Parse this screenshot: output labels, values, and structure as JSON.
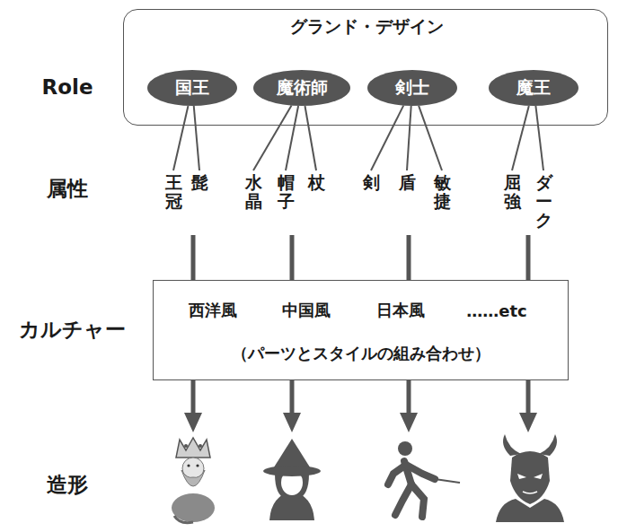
{
  "diagram": {
    "nodes": [
      {
        "text": [
          "グランド・デザイン"
        ]
      },
      {
        "text": [
          "国王"
        ],
        "in": 0
      },
      {
        "text": [
          "魔術師"
        ],
        "in": 0
      },
      {
        "text": [
          "剣士"
        ],
        "in": 0
      },
      {
        "text": [
          "魔王"
        ],
        "in": 0
      },
      {
        "text": [
          "王冠"
        ]
      },
      {
        "text": [
          "髭"
        ]
      },
      {
        "text": [
          "水晶"
        ]
      },
      {
        "text": [
          "帽子"
        ]
      },
      {
        "text": [
          "杖"
        ]
      },
      {
        "text": [
          "剣"
        ]
      },
      {
        "text": [
          "盾"
        ]
      },
      {
        "text": [
          "敏捷"
        ]
      },
      {
        "text": [
          "屈強"
        ]
      },
      {
        "text": [
          "ダーク"
        ]
      },
      {
        "text": [
          "西洋風",
          "中国風",
          "日本風",
          "……etc",
          "（パーツとスタイルの組み合わせ）"
        ]
      }
    ],
    "edges": [
      {
        "from": 1,
        "to": 5,
        "arrow": "none"
      },
      {
        "from": 1,
        "to": 6,
        "arrow": "none"
      },
      {
        "from": 2,
        "to": 7,
        "arrow": "none"
      },
      {
        "from": 2,
        "to": 8,
        "arrow": "none"
      },
      {
        "from": 2,
        "to": 9,
        "arrow": "none"
      },
      {
        "from": 3,
        "to": 10,
        "arrow": "none"
      },
      {
        "from": 3,
        "to": 11,
        "arrow": "none"
      },
      {
        "from": 3,
        "to": 12,
        "arrow": "none"
      },
      {
        "from": 4,
        "to": 13,
        "arrow": "none"
      },
      {
        "from": 4,
        "to": 14,
        "arrow": "none"
      }
    ],
    "labels": [
      "Role",
      "属性",
      "カルチャー",
      "造形"
    ]
  }
}
